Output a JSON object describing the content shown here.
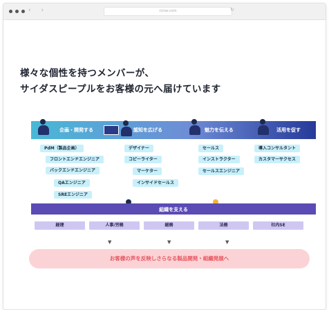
{
  "browser": {
    "url": "ciclar.com",
    "nav_glyphs": "‹ ›",
    "reload_glyph": "↻"
  },
  "headline": {
    "line1": "様々な個性を持つメンバーが、",
    "line2": "サイダスピープルをお客様の元へ届けています"
  },
  "top_band": {
    "categories": [
      "企画・開発する",
      "認知を広げる",
      "魅力を伝える",
      "活用を促す"
    ]
  },
  "roles": {
    "plan_dev": [
      "PdM（製品企画）",
      "フロントエンドエンジニア",
      "バックエンドエンジニア",
      "QAエンジニア",
      "SREエンジニア"
    ],
    "awareness": [
      "デザイナー",
      "コピーライター",
      "マーケター",
      "インサイドセールス"
    ],
    "appeal": [
      "セールス",
      "インストラクター",
      "セールスエンジニア"
    ],
    "adoption": [
      "導入コンサルタント",
      "カスタマーサクセス"
    ]
  },
  "support_band": {
    "label": "組織を支える",
    "items": [
      "経理",
      "人事/労務",
      "総務",
      "法務",
      "社内SE"
    ]
  },
  "arrows": [
    "▼",
    "▼",
    "▼"
  ],
  "outcome": "お客様の声を反映しさらなる製品開発・組織発展へ",
  "colors": {
    "band_start": "#49b8d6",
    "band_end": "#273a9a",
    "role_pill": "#c8f0fb",
    "support_band": "#5a4bb5",
    "support_pill": "#cfc7f2",
    "outcome_bg": "#fbd3d6",
    "outcome_text": "#e8555f"
  }
}
